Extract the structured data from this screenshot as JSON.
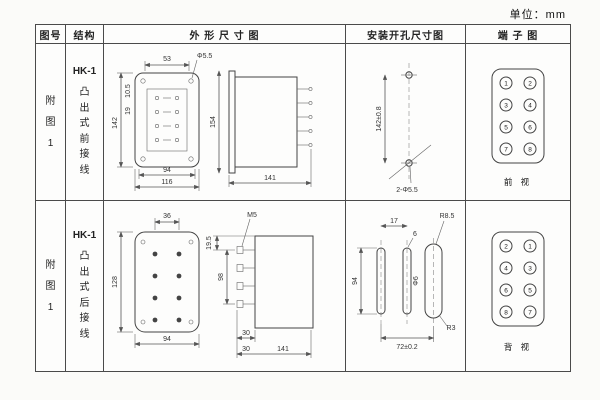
{
  "page": {
    "unit_label": "单位：mm"
  },
  "table": {
    "headers": {
      "figure_no": "图号",
      "structure": "结构",
      "outline": "外 形 尺 寸 图",
      "mounting": "安装开孔尺寸图",
      "terminal": "端 子 图"
    },
    "rows": [
      {
        "figure_no": "附\n图\n1",
        "model": "HK-1",
        "structure_desc": "凸\n出\n式\n前\n接\n线",
        "outline": {
          "top_width": "53",
          "corner_hole": "Φ5.5",
          "front_height": "142",
          "offset_a": "10.5",
          "offset_b": "19",
          "bottom_inner": "94",
          "bottom_outer": "116",
          "side_height": "154",
          "side_depth": "141"
        },
        "mounting": {
          "hole_pitch": "142±0.8",
          "holes": "2-Φ5.5"
        },
        "terminal": {
          "left": [
            "1",
            "3",
            "5",
            "7"
          ],
          "right": [
            "2",
            "4",
            "6",
            "8"
          ],
          "caption": "前  视"
        }
      },
      {
        "figure_no": "附\n图\n1",
        "model": "HK-1",
        "structure_desc": "凸\n出\n式\n后\n接\n线",
        "outline": {
          "top_width": "36",
          "front_height": "128",
          "bottom_width": "94",
          "screw": "M5",
          "offset_a": "19.5",
          "stud_span": "98",
          "stud_len": "30",
          "stud_len2": "30",
          "side_depth": "141"
        },
        "mounting": {
          "slot_offset": "17",
          "slot_width": "6",
          "radius_a": "R8.5",
          "slot_height": "94",
          "slot_dia": "Φ6",
          "slot_pitch": "72±0.2",
          "radius_b": "R3"
        },
        "terminal": {
          "left": [
            "2",
            "4",
            "6",
            "8"
          ],
          "right": [
            "1",
            "3",
            "5",
            "7"
          ],
          "caption": "背  视"
        }
      }
    ]
  }
}
